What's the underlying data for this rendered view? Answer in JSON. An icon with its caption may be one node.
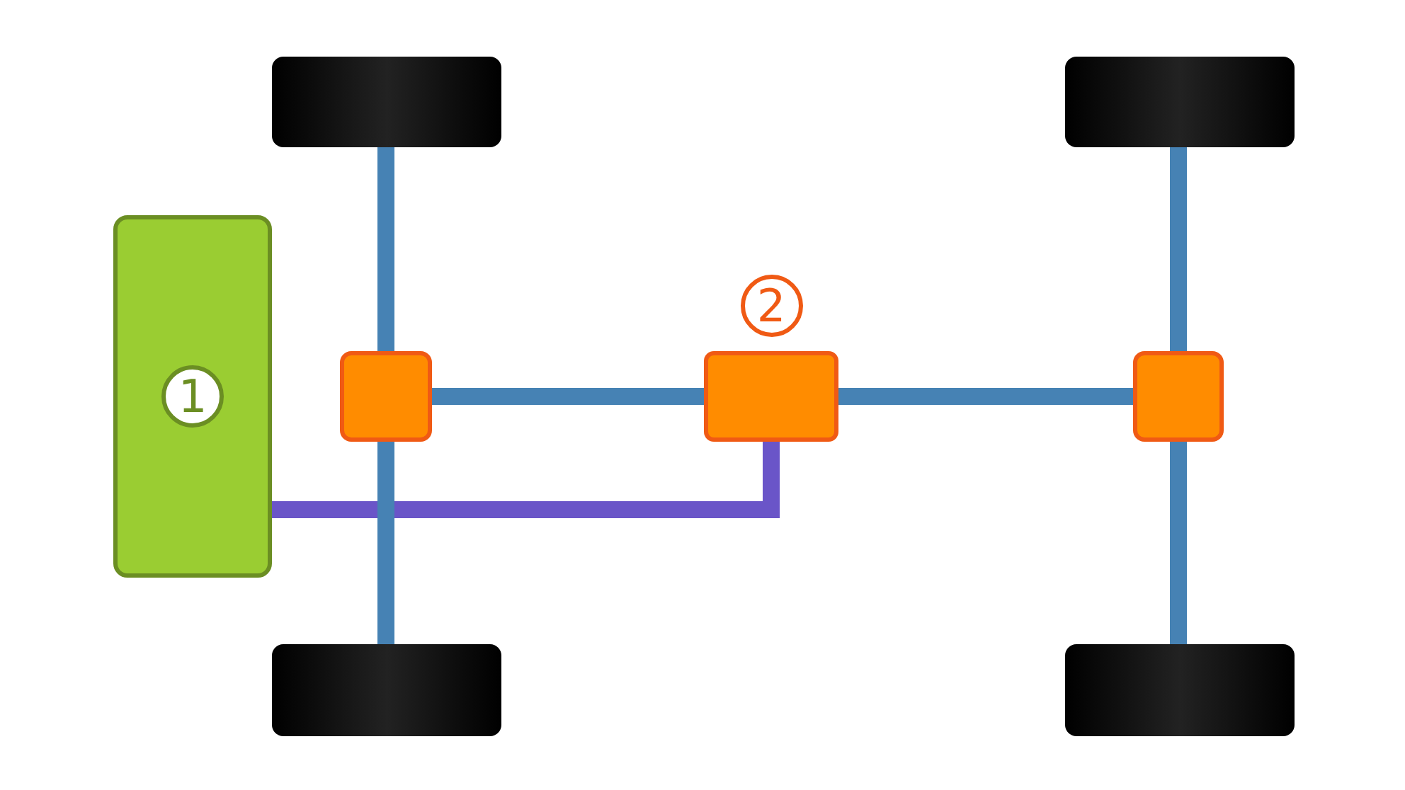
{
  "diagram": {
    "nodes": [
      {
        "text": [],
        "shape": "box"
      },
      {
        "text": [],
        "shape": "box"
      },
      {
        "text": [
          "1"
        ]
      },
      {
        "text": [],
        "shape": "box"
      },
      {
        "text": [
          "2"
        ]
      },
      {
        "text": [],
        "shape": "box"
      },
      {
        "text": [],
        "shape": "box"
      },
      {
        "text": [],
        "shape": "box"
      }
    ],
    "edges": [
      {
        "from": 0,
        "to": 3,
        "arrow": "none"
      },
      {
        "from": 3,
        "to": 6,
        "arrow": "none"
      },
      {
        "from": 3,
        "to": 4,
        "arrow": "none"
      },
      {
        "from": 4,
        "to": 5,
        "arrow": "none"
      },
      {
        "from": 1,
        "to": 5,
        "arrow": "none"
      },
      {
        "from": 5,
        "to": 7,
        "arrow": "none"
      },
      {
        "from": 2,
        "to": 4,
        "arrow": "none",
        "color": "#6a55c8"
      }
    ]
  }
}
